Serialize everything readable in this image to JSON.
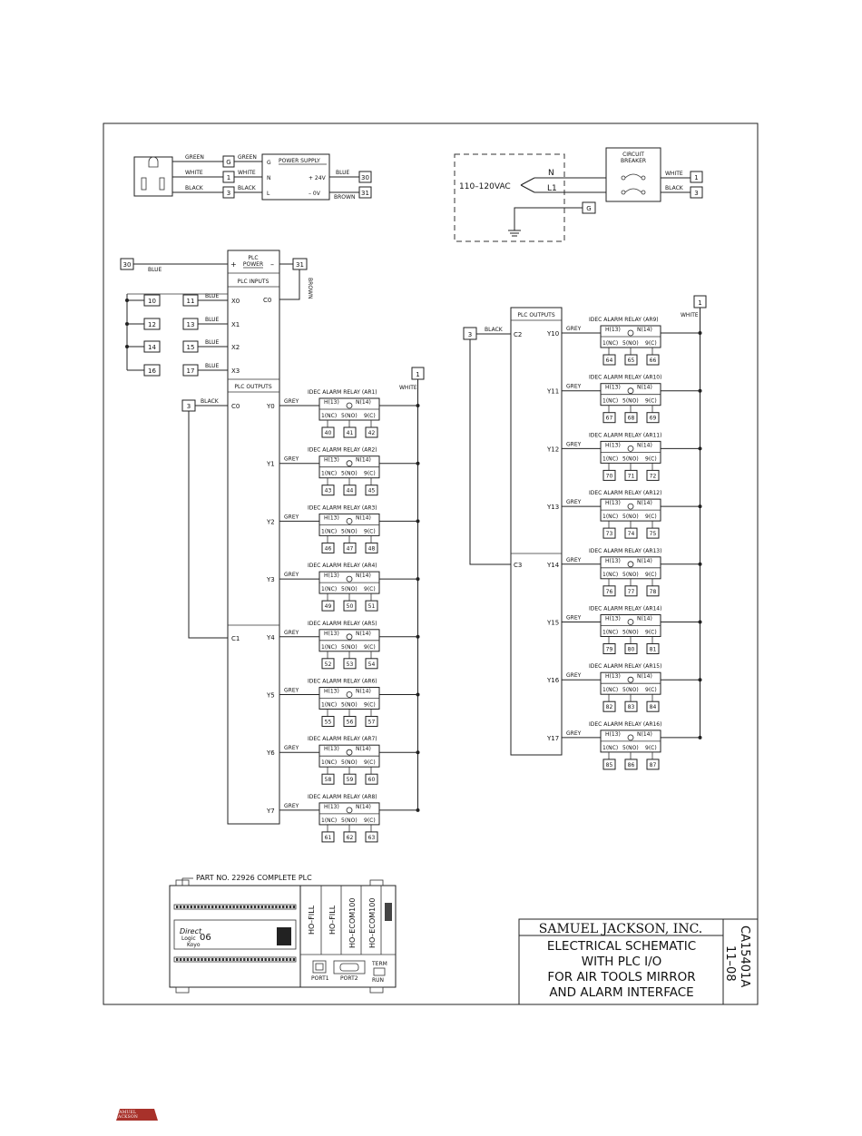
{
  "power_section": {
    "outlet_wires": [
      "GREEN",
      "WHITE",
      "BLACK"
    ],
    "outlet_terminals": [
      "G",
      "1",
      "3"
    ],
    "ps_wires": [
      "GREEN",
      "WHITE",
      "BLACK"
    ],
    "ps_title": "POWER SUPPLY",
    "ps_pins": [
      "G",
      "N",
      "L"
    ],
    "ps_outputs": [
      "+ 24V",
      "– 0V"
    ],
    "out_wires": [
      "BLUE",
      "BROWN"
    ],
    "out_terminals": [
      "30",
      "31"
    ],
    "voltage_label": "110–120VAC",
    "line_labels": [
      "N",
      "L1"
    ],
    "ground_terminal": "G",
    "breaker_title_1": "CIRCUIT",
    "breaker_title_2": "BREAKER",
    "breaker_wires": [
      "WHITE",
      "BLACK"
    ],
    "breaker_terminals": [
      "1",
      "3"
    ]
  },
  "left_plc": {
    "power_terminals": [
      "30",
      "31"
    ],
    "power_wires": [
      "BLUE",
      "BROWN"
    ],
    "power_title_1": "PLC",
    "power_title_2": "POWER",
    "power_plus": "+",
    "power_minus": "–",
    "inputs_title": "PLC INPUTS",
    "com_label": "C0",
    "inputs": [
      {
        "left": "10",
        "term": "11",
        "wire": "BLUE",
        "pin": "X0"
      },
      {
        "left": "12",
        "term": "13",
        "wire": "BLUE",
        "pin": "X1"
      },
      {
        "left": "14",
        "term": "15",
        "wire": "BLUE",
        "pin": "X2"
      },
      {
        "left": "16",
        "term": "17",
        "wire": "BLUE",
        "pin": "X3"
      }
    ],
    "outputs_title": "PLC OUTPUTS",
    "common_terminal": "3",
    "common_wire": "BLACK",
    "commons": [
      "C0",
      "C1"
    ],
    "white_terminal": "1",
    "white_wire": "WHITE"
  },
  "right_plc": {
    "outputs_title": "PLC OUTPUTS",
    "common_terminal": "3",
    "common_wire": "BLACK",
    "commons": [
      "C2",
      "C3"
    ],
    "white_terminal": "1",
    "white_wire": "WHITE"
  },
  "relay_text": {
    "grey": "GREY",
    "h13": "H(13)",
    "n14": "N(14)",
    "nc": "1(NC)",
    "no": "5(NO)",
    "c": "9(C)"
  },
  "relays_left": [
    {
      "pin": "Y0",
      "title": "IDEC ALARM RELAY (AR1)",
      "terms": [
        "40",
        "41",
        "42"
      ]
    },
    {
      "pin": "Y1",
      "title": "IDEC ALARM RELAY (AR2)",
      "terms": [
        "43",
        "44",
        "45"
      ]
    },
    {
      "pin": "Y2",
      "title": "IDEC ALARM RELAY (AR3)",
      "terms": [
        "46",
        "47",
        "48"
      ]
    },
    {
      "pin": "Y3",
      "title": "IDEC ALARM RELAY (AR4)",
      "terms": [
        "49",
        "50",
        "51"
      ]
    },
    {
      "pin": "Y4",
      "title": "IDEC ALARM RELAY (AR5)",
      "terms": [
        "52",
        "53",
        "54"
      ]
    },
    {
      "pin": "Y5",
      "title": "IDEC ALARM RELAY (AR6)",
      "terms": [
        "55",
        "56",
        "57"
      ]
    },
    {
      "pin": "Y6",
      "title": "IDEC ALARM RELAY (AR7)",
      "terms": [
        "58",
        "59",
        "60"
      ]
    },
    {
      "pin": "Y7",
      "title": "IDEC ALARM RELAY (AR8)",
      "terms": [
        "61",
        "62",
        "63"
      ]
    }
  ],
  "relays_right": [
    {
      "pin": "Y10",
      "title": "IDEC ALARM RELAY (AR9)",
      "terms": [
        "64",
        "65",
        "66"
      ]
    },
    {
      "pin": "Y11",
      "title": "IDEC ALARM RELAY (AR10)",
      "terms": [
        "67",
        "68",
        "69"
      ]
    },
    {
      "pin": "Y12",
      "title": "IDEC ALARM RELAY (AR11)",
      "terms": [
        "70",
        "71",
        "72"
      ]
    },
    {
      "pin": "Y13",
      "title": "IDEC ALARM RELAY (AR12)",
      "terms": [
        "73",
        "74",
        "75"
      ]
    },
    {
      "pin": "Y14",
      "title": "IDEC ALARM RELAY (AR13)",
      "terms": [
        "76",
        "77",
        "78"
      ]
    },
    {
      "pin": "Y15",
      "title": "IDEC ALARM RELAY (AR14)",
      "terms": [
        "79",
        "80",
        "81"
      ]
    },
    {
      "pin": "Y16",
      "title": "IDEC ALARM RELAY (AR15)",
      "terms": [
        "82",
        "83",
        "84"
      ]
    },
    {
      "pin": "Y17",
      "title": "IDEC ALARM RELAY (AR16)",
      "terms": [
        "85",
        "86",
        "87"
      ]
    }
  ],
  "plc_picture": {
    "part_no": "PART NO. 22926 COMPLETE PLC",
    "brand_1": "Direct",
    "brand_2": "Logic",
    "brand_num": "06",
    "brand_3": "Koyo",
    "cards": [
      "HO–FILL",
      "HO–FILL",
      "HO–ECOM100",
      "HO–ECOM100"
    ],
    "port1": "PORT1",
    "port2": "PORT2",
    "term": "TERM",
    "run": "RUN"
  },
  "title_block": {
    "company": "SAMUEL JACKSON, INC.",
    "lines": [
      "ELECTRICAL SCHEMATIC",
      "WITH PLC I/O",
      "FOR AIR TOOLS MIRROR",
      "AND ALARM INTERFACE"
    ],
    "drawing_no": "CA15401A",
    "date": "11–08"
  },
  "footer": {
    "logo_text": "SAMUEL JACKSON"
  }
}
